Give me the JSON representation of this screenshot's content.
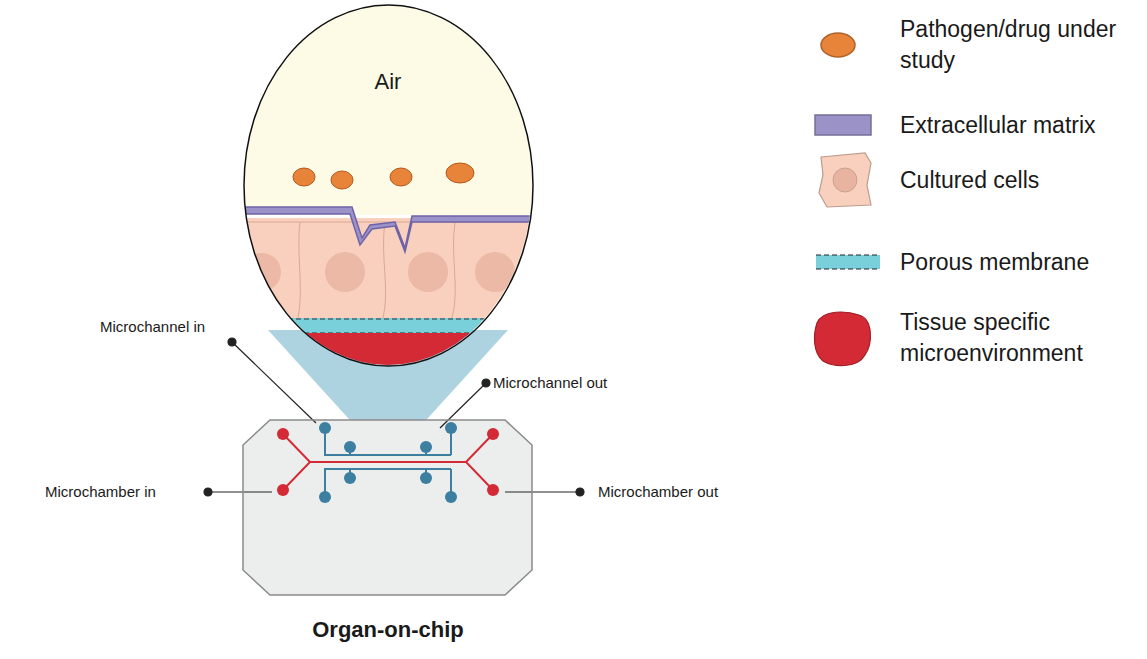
{
  "diagram": {
    "nodes": [
      {
        "text": [
          "Air"
        ]
      },
      {
        "text": [
          "Organ-on-chip"
        ]
      }
    ],
    "labels": [
      "Microchannel in",
      "Microchannel out",
      "Microchamber in",
      "Microchamber out"
    ],
    "legend": [
      {
        "text": "Pathogen/drug under study",
        "color": "#e8843a"
      },
      {
        "text": "Extracellular matrix",
        "color": "#9b93c8"
      },
      {
        "text": "Cultured cells",
        "color": "#f9d0bd"
      },
      {
        "text": "Porous membrane",
        "color": "#79d0da"
      },
      {
        "text": "Tissue specific microenvironment",
        "color": "#d32a35"
      }
    ]
  }
}
